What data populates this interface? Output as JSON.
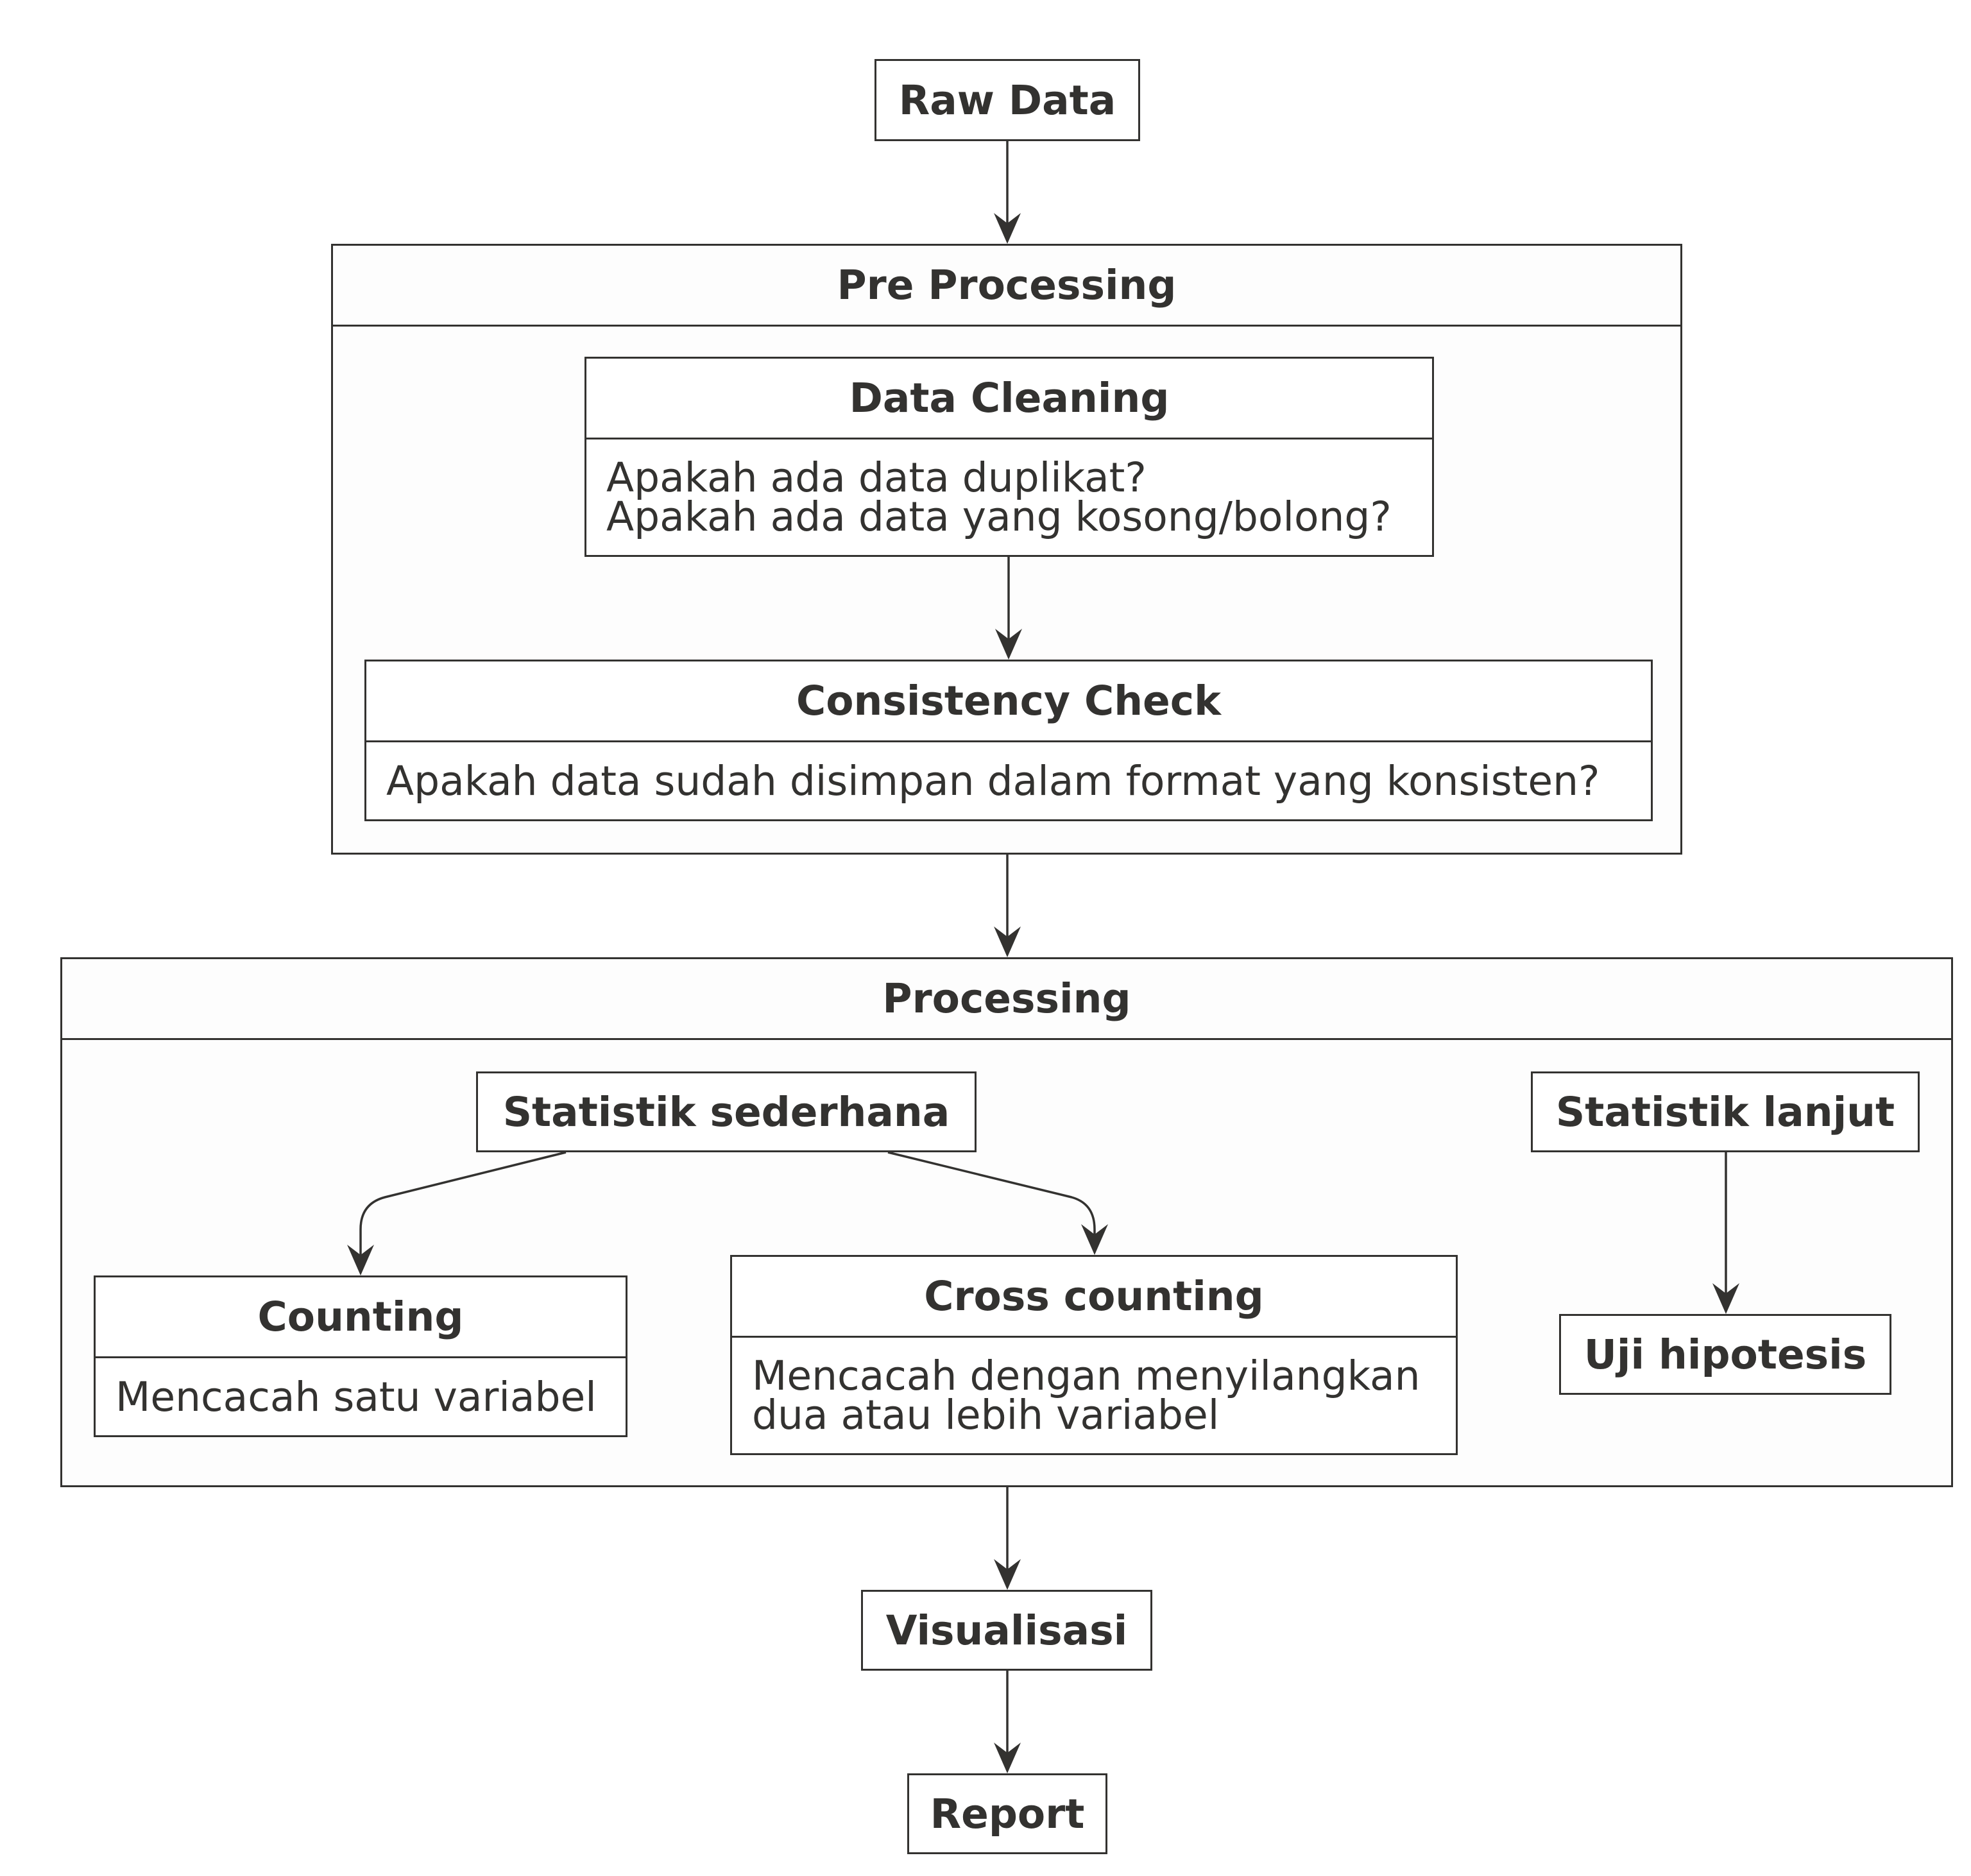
{
  "nodes": {
    "raw_data": "Raw Data",
    "pre_processing": "Pre Processing",
    "data_cleaning": {
      "title": "Data Cleaning",
      "lines": [
        "Apakah ada data duplikat?",
        "Apakah ada data yang kosong/bolong?"
      ]
    },
    "consistency_check": {
      "title": "Consistency Check",
      "lines": [
        "Apakah data sudah disimpan dalam format yang konsisten?"
      ]
    },
    "processing": "Processing",
    "statistik_sederhana": "Statistik sederhana",
    "statistik_lanjut": "Statistik lanjut",
    "counting": {
      "title": "Counting",
      "lines": [
        "Mencacah satu variabel"
      ]
    },
    "cross_counting": {
      "title": "Cross counting",
      "lines": [
        "Mencacah dengan menyilangkan",
        "dua atau lebih variabel"
      ]
    },
    "uji_hipotesis": "Uji hipotesis",
    "visualisasi": "Visualisasi",
    "report": "Report"
  },
  "edges": [
    {
      "from": "Raw Data",
      "to": "Pre Processing"
    },
    {
      "from": "Data Cleaning",
      "to": "Consistency Check"
    },
    {
      "from": "Pre Processing",
      "to": "Processing"
    },
    {
      "from": "Statistik sederhana",
      "to": "Counting"
    },
    {
      "from": "Statistik sederhana",
      "to": "Cross counting"
    },
    {
      "from": "Statistik lanjut",
      "to": "Uji hipotesis"
    },
    {
      "from": "Processing",
      "to": "Visualisasi"
    },
    {
      "from": "Visualisasi",
      "to": "Report"
    }
  ],
  "colors": {
    "stroke": "#333230",
    "text": "#333230",
    "cluster_fill": "#fdfdfd",
    "background": "#ffffff"
  }
}
